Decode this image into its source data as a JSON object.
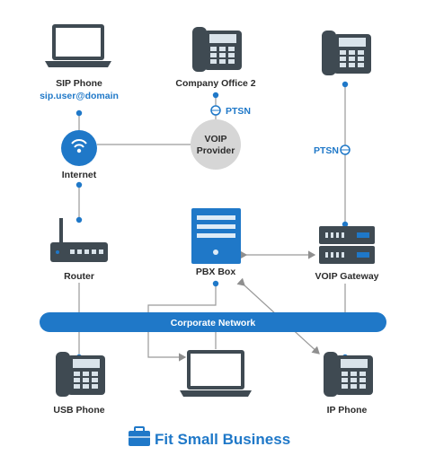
{
  "colors": {
    "accent": "#1f78c8",
    "device_dark": "#3f4a52",
    "phone_screen": "#d9e3ea",
    "provider_grey": "#d6d6d6",
    "line_grey": "#9a9a9a"
  },
  "nodes": {
    "sip_phone": {
      "label": "SIP Phone",
      "sublabel": "sip.user@domain",
      "icon": "laptop-icon"
    },
    "company_office_2": {
      "label": "Company Office 2",
      "icon": "desk-phone-icon"
    },
    "ptsn_upper": {
      "label": "PTSN"
    },
    "voip_provider": {
      "line1": "VOIP",
      "line2": "Provider"
    },
    "ptsn_right": {
      "label": "PTSN"
    },
    "internet": {
      "label": "Internet",
      "icon": "wifi-globe-icon"
    },
    "router": {
      "label": "Router",
      "icon": "router-icon"
    },
    "pbx_box": {
      "label": "PBX Box",
      "icon": "server-tower-icon"
    },
    "voip_gateway": {
      "label": "VOIP Gateway",
      "icon": "rack-server-icon"
    },
    "right_top_phone": {
      "icon": "desk-phone-icon"
    },
    "corporate_network": {
      "label": "Corporate Network"
    },
    "usb_phone": {
      "label": "USB Phone",
      "icon": "desk-phone-icon"
    },
    "laptop_bottom": {
      "icon": "laptop-icon"
    },
    "ip_phone": {
      "label": "IP Phone",
      "icon": "desk-phone-icon"
    }
  },
  "brand": {
    "name": "Fit Small Business",
    "icon": "briefcase-icon"
  }
}
